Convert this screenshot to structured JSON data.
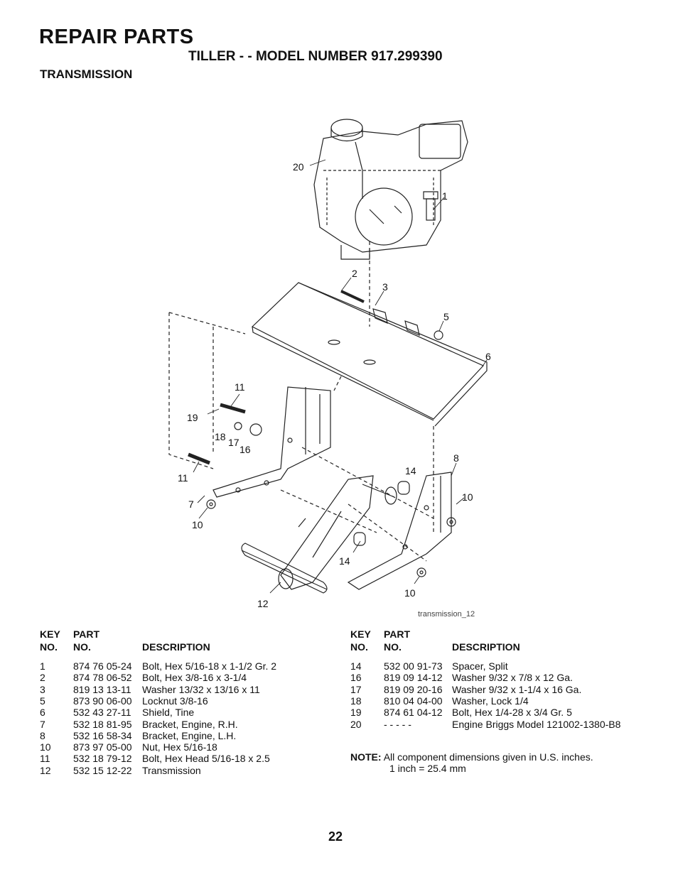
{
  "title": "REPAIR PARTS",
  "subtitle": "TILLER - - MODEL NUMBER 917.299390",
  "section": "TRANSMISSION",
  "diagram": {
    "caption": "transmission_12",
    "callouts": [
      "20",
      "1",
      "2",
      "3",
      "5",
      "6",
      "11",
      "19",
      "18",
      "17",
      "16",
      "8",
      "14",
      "10",
      "11",
      "7",
      "10",
      "14",
      "12",
      "10"
    ]
  },
  "table_headers": {
    "key_top": "KEY",
    "part_top": "PART",
    "key_bottom": "NO.",
    "part_bottom": "NO.",
    "description": "DESCRIPTION"
  },
  "parts_left": [
    {
      "key": "1",
      "part": "874 76 05-24",
      "desc": "Bolt, Hex 5/16-18 x 1-1/2 Gr. 2"
    },
    {
      "key": "2",
      "part": "874 78 06-52",
      "desc": "Bolt, Hex  3/8-16 x 3-1/4"
    },
    {
      "key": "3",
      "part": "819 13 13-11",
      "desc": "Washer 13/32 x 13/16 x 11"
    },
    {
      "key": "5",
      "part": "873 90 06-00",
      "desc": "Locknut 3/8-16"
    },
    {
      "key": "6",
      "part": "532 43 27-11",
      "desc": "Shield, Tine"
    },
    {
      "key": "7",
      "part": "532 18 81-95",
      "desc": "Bracket, Engine, R.H."
    },
    {
      "key": "8",
      "part": "532 16 58-34",
      "desc": "Bracket, Engine, L.H."
    },
    {
      "key": "10",
      "part": "873 97 05-00",
      "desc": "Nut, Hex 5/16-18"
    },
    {
      "key": "11",
      "part": "532 18 79-12",
      "desc": "Bolt, Hex Head  5/16-18 x 2.5"
    },
    {
      "key": "12",
      "part": "532 15 12-22",
      "desc": "Transmission"
    }
  ],
  "parts_right": [
    {
      "key": "14",
      "part": "532 00 91-73",
      "desc": "Spacer, Split"
    },
    {
      "key": "16",
      "part": "819 09 14-12",
      "desc": "Washer  9/32 x 7/8 x 12 Ga."
    },
    {
      "key": "17",
      "part": "819 09 20-16",
      "desc": "Washer  9/32 x 1-1/4 x 16 Ga."
    },
    {
      "key": "18",
      "part": "810 04 04-00",
      "desc": "Washer, Lock  1/4"
    },
    {
      "key": "19",
      "part": "874 61 04-12",
      "desc": "Bolt, Hex  1/4-28 x 3/4 Gr. 5"
    },
    {
      "key": "20",
      "part": "- - - - -",
      "desc": "Engine Briggs Model 121002-1380-B8"
    }
  ],
  "note": {
    "label": "NOTE:",
    "text": "All component dimensions given in U.S. inches.",
    "line2": "1 inch = 25.4 mm"
  },
  "page_number": "22"
}
